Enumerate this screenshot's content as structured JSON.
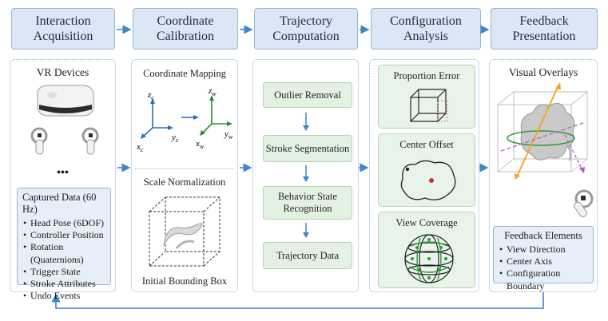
{
  "stages": [
    {
      "label": "Interaction\nAcquisition"
    },
    {
      "label": "Coordinate\nCalibration"
    },
    {
      "label": "Trajectory\nComputation"
    },
    {
      "label": "Configuration\nAnalysis"
    },
    {
      "label": "Feedback\nPresentation"
    }
  ],
  "acquisition": {
    "title": "VR Devices",
    "ellipsis": "•••",
    "captured_title": "Captured Data (60 Hz)",
    "captured_items": [
      "Head Pose (6DOF)",
      "Controller Position",
      "Rotation (Quaternions)",
      "Trigger State",
      "Stroke Attributes",
      "Undo Events"
    ]
  },
  "calibration": {
    "mapping_title": "Coordinate Mapping",
    "local_axes": {
      "z": "z",
      "x": "x",
      "y": "y",
      "sub": "c"
    },
    "world_axes": {
      "z": "z",
      "x": "x",
      "y": "y",
      "sub": "w"
    },
    "scale_title": "Scale Normalization",
    "box_label": "Initial Bounding Box"
  },
  "trajectory": {
    "steps": [
      "Outlier Removal",
      "Stroke Segmentation",
      "Behavior State\nRecognition",
      "Trajectory Data"
    ]
  },
  "configuration": {
    "cards": [
      "Proportion Error",
      "Center Offset",
      "View Coverage"
    ]
  },
  "feedback": {
    "title": "Visual Overlays",
    "elements_title": "Feedback Elements",
    "elements": [
      "View Direction",
      "Center Axis",
      "Configuration Boundary"
    ]
  },
  "colors": {
    "stage_fill": "#dbe7f5",
    "arrow": "#3f86c8",
    "step_fill": "#e3f1e3",
    "local_axis": "#2a6fb5",
    "world_axis": "#2a8a3a",
    "axis_orange": "#f2a31b",
    "axis_purple": "#b455c7",
    "ring_green": "#2f9a3a",
    "center_dot": "#d0302a"
  }
}
